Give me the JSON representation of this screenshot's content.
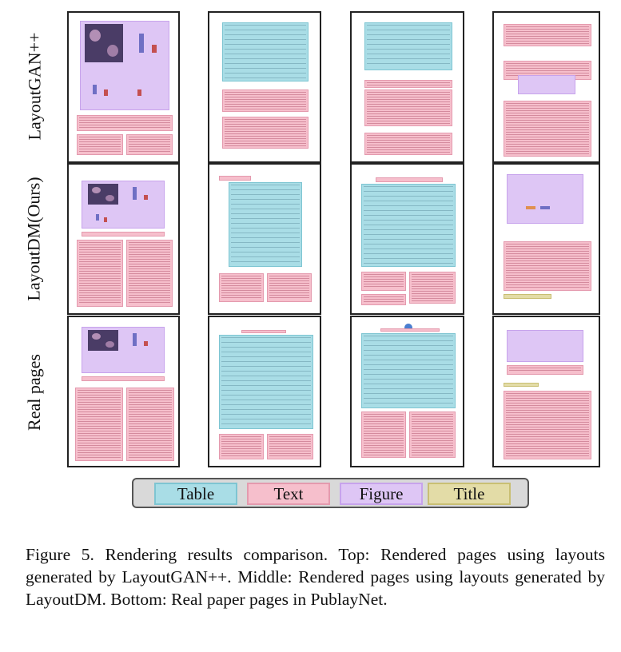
{
  "rows": [
    {
      "label": "LayoutGAN++"
    },
    {
      "label": "LayoutDM(Ours)"
    },
    {
      "label": "Real pages"
    }
  ],
  "legend": {
    "items": [
      {
        "label": "Table",
        "color": "#a9dde6"
      },
      {
        "label": "Text",
        "color": "#f6bfcc"
      },
      {
        "label": "Figure",
        "color": "#dec6f5"
      },
      {
        "label": "Title",
        "color": "#e3dca7"
      }
    ]
  },
  "caption": {
    "text": "Figure 5. Rendering results comparison. Top: Rendered pages using layouts generated by LayoutGAN++. Middle: Rendered pages using layouts generated by LayoutDM. Bottom: Real paper pages in PublayNet."
  }
}
